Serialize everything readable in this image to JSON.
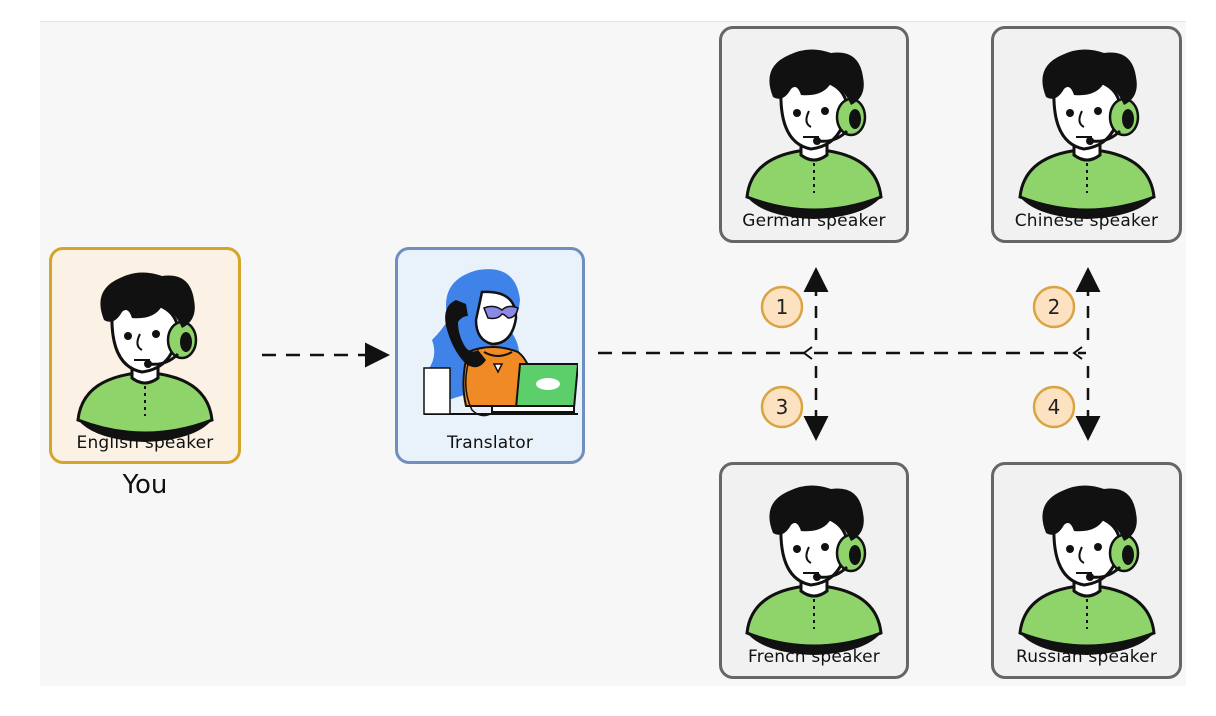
{
  "nodes": {
    "you_label": "You",
    "english": {
      "label": "English speaker"
    },
    "translator": {
      "label": "Translator"
    },
    "german": {
      "label": "German speaker"
    },
    "chinese": {
      "label": "Chinese speaker"
    },
    "french": {
      "label": "French speaker"
    },
    "russian": {
      "label": "Russian speaker"
    }
  },
  "steps": [
    "1",
    "2",
    "3",
    "4"
  ],
  "colors": {
    "english_border": "#d4a52a",
    "translator_border": "#6f8fbf",
    "speaker_border": "#666666",
    "badge_fill": "#fde2c2",
    "badge_stroke": "#d9a441",
    "headset_green": "#8fd46b"
  },
  "icons": [
    "person-headset-icon",
    "translator-phone-icon",
    "dashed-arrow"
  ]
}
